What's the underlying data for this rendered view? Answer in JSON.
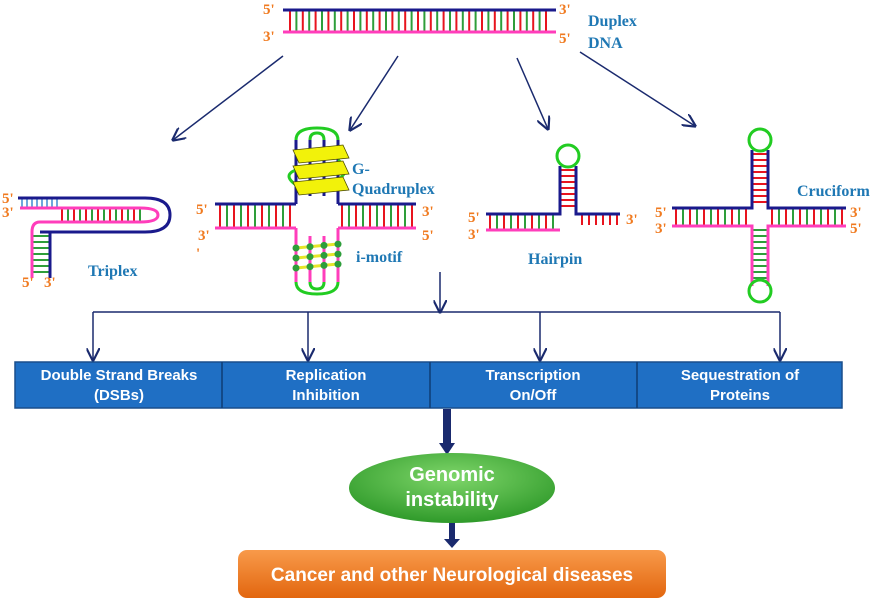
{
  "duplex": {
    "label_line1": "Duplex",
    "label_line2": "DNA",
    "five_prime": "5'",
    "three_prime": "3'"
  },
  "structures": {
    "triplex": {
      "label": "Triplex"
    },
    "g_quadruplex": {
      "label_line1": "G-",
      "label_line2": "Quadruplex"
    },
    "i_motif": {
      "label": "i-motif"
    },
    "hairpin": {
      "label": "Hairpin"
    },
    "cruciform": {
      "label": "Cruciform"
    }
  },
  "consequences": [
    {
      "line1": "Double Strand Breaks",
      "line2": "(DSBs)"
    },
    {
      "line1": "Replication",
      "line2": "Inhibition"
    },
    {
      "line1": "Transcription",
      "line2": "On/Off"
    },
    {
      "line1": "Sequestration of",
      "line2": "Proteins"
    }
  ],
  "genomic": {
    "line1": "Genomic",
    "line2": "instability"
  },
  "disease": {
    "label": "Cancer and other Neurological diseases"
  },
  "colors": {
    "strand_top": "#1a1a8c",
    "strand_bottom": "#ff3dbb",
    "rung_red": "#e8141e",
    "rung_green": "#2e9e3a",
    "loop": "#22cc22",
    "label_blue": "#1f78b4",
    "end_orange": "#f07a1f",
    "box_blue": "#1f6fc4",
    "ellipse_green": "#3aa935",
    "rect_orange": "#f47d20"
  }
}
